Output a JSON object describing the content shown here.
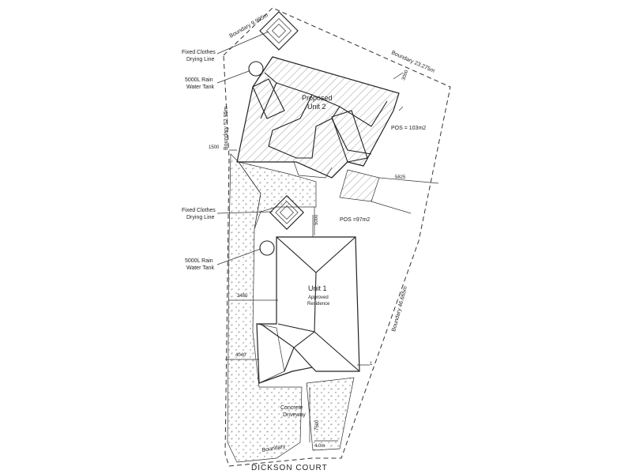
{
  "labels": {
    "boundary_top": "Boundary 9.995m",
    "boundary_right_top": "Boundary 23.275m",
    "boundary_left": "Boundary 52.95m",
    "boundary_right": "Boundary 46.665m",
    "boundary_bottom": "Boundary",
    "street": "DICKSON COURT",
    "clothes_line_1_a": "Fixed Clothes",
    "clothes_line_1_b": "Drying Line",
    "clothes_line_2_a": "Fixed Clothes",
    "clothes_line_2_b": "Drying Line",
    "tank_1_a": "5000L Rain",
    "tank_1_b": "Water Tank",
    "tank_2_a": "5000L Rain",
    "tank_2_b": "Water Tank",
    "unit2_a": "Proposed",
    "unit2_b": "Unit 2",
    "unit1_a": "Unit 1",
    "unit1_b": "Approved",
    "unit1_c": "Residence",
    "pos_unit2": "POS = 103m2",
    "pos_unit1": "POS =97m2",
    "driveway_a": "Concrete",
    "driveway_b": "Driveway"
  },
  "dimensions": {
    "d3000_top": "3000",
    "d1500": "1500",
    "d5825": "5825",
    "d5000": "5000",
    "d3480": "3480",
    "d4040": "4040",
    "d7500": "7500",
    "d1": "1",
    "d4_0m": "4.0m"
  }
}
